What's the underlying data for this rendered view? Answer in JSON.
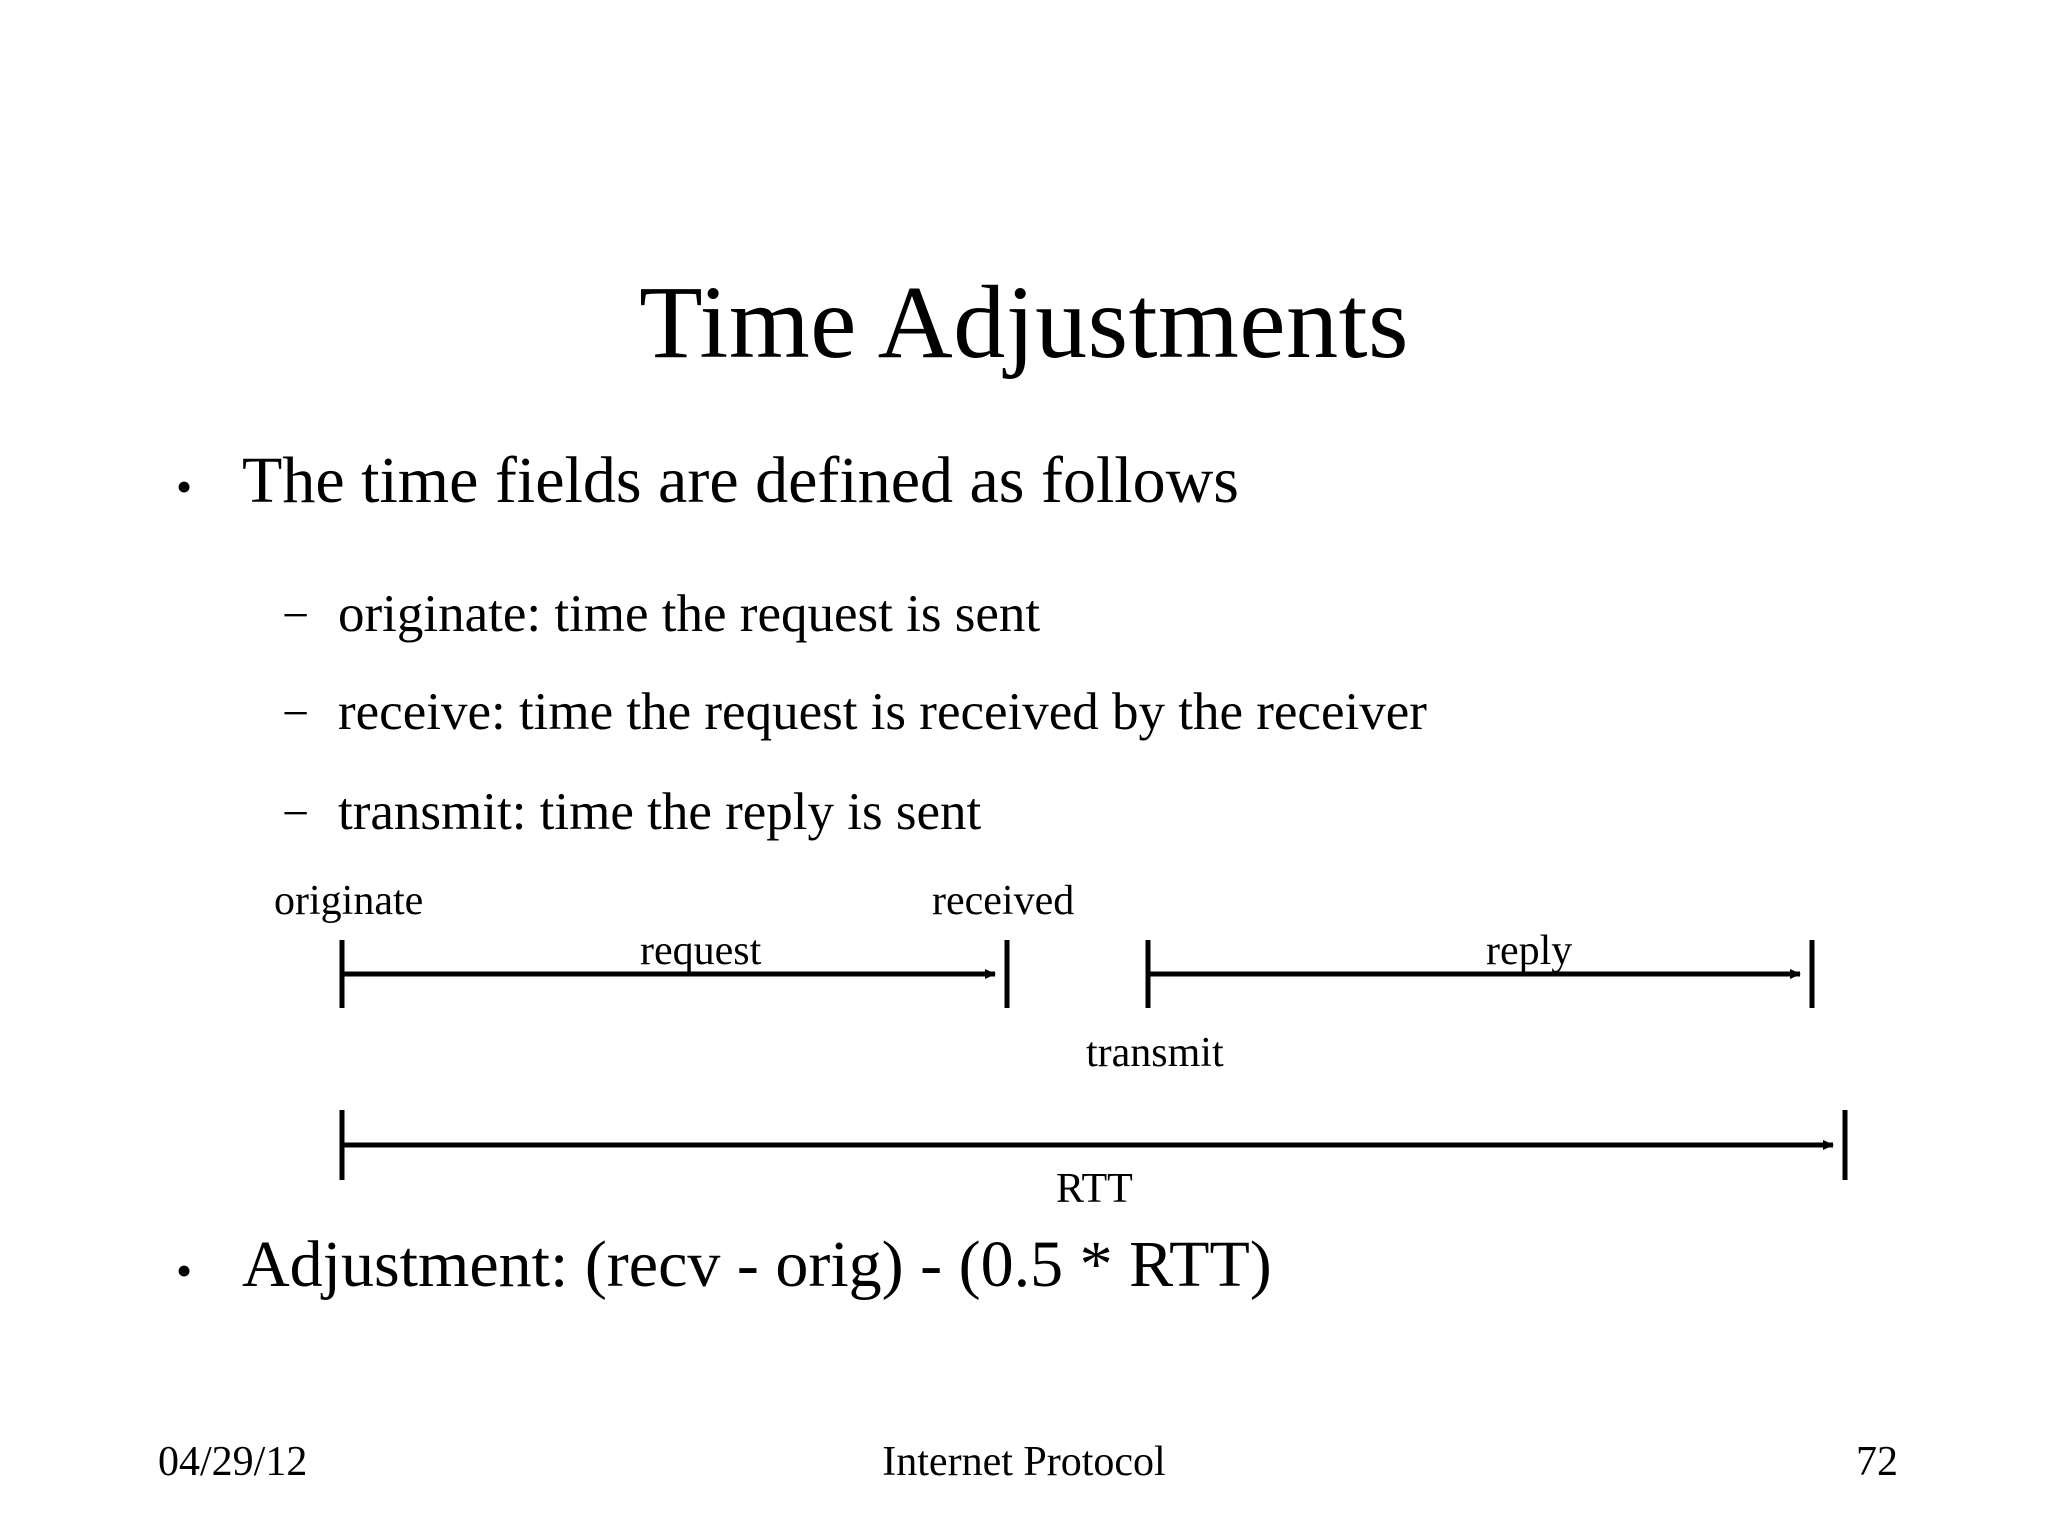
{
  "slide": {
    "title": "Time Adjustments",
    "background_color": "#ffffff",
    "text_color": "#000000"
  },
  "body": {
    "bullet1": {
      "marker": "•",
      "text": "The time fields are defined as follows",
      "sub_items": [
        {
          "marker": "−",
          "text": "originate:  time the request is sent"
        },
        {
          "marker": "−",
          "text": "receive:  time the request is received by the receiver"
        },
        {
          "marker": "−",
          "text": "transmit:  time the reply is sent"
        }
      ]
    },
    "bullet2": {
      "marker": "•",
      "text": "Adjustment:  (recv - orig) - (0.5 * RTT)"
    }
  },
  "diagram": {
    "labels": {
      "originate": "originate",
      "received": "received",
      "request": "request",
      "reply": "reply",
      "transmit": "transmit",
      "rtt": "RTT"
    },
    "line_color": "#000000"
  },
  "footer": {
    "date": "04/29/12",
    "center": "Internet Protocol",
    "page_number": "72"
  }
}
